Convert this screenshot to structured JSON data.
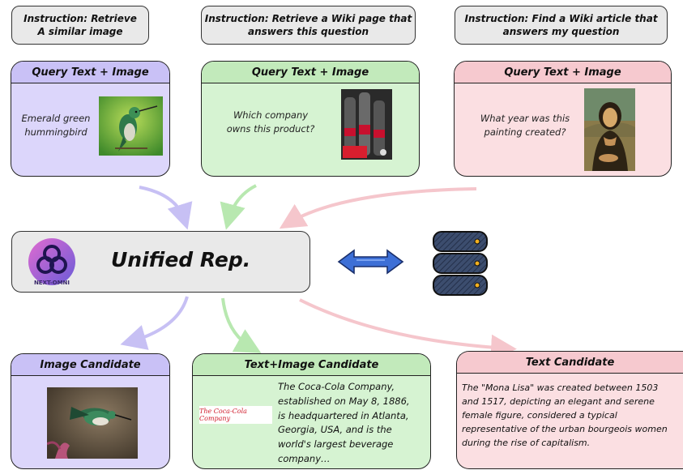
{
  "instructions": [
    {
      "line1": "Instruction: Retrieve",
      "line2": "A similar image"
    },
    {
      "line1": "Instruction: Retrieve  a Wiki page that",
      "line2": "answers this question"
    },
    {
      "line1": "Instruction: Find a Wiki article that",
      "line2": "answers my question"
    }
  ],
  "queries": [
    {
      "header": "Query Text + Image",
      "text_line1": "Emerald green",
      "text_line2": "hummingbird"
    },
    {
      "header": "Query Text + Image",
      "text_line1": "Which company",
      "text_line2": "owns this product?"
    },
    {
      "header": "Query Text + Image",
      "text_line1": "What year was  this",
      "text_line2": "painting created?"
    }
  ],
  "unified": {
    "title": "Unified Rep.",
    "logo_text": "NEXT-OMNI"
  },
  "candidates": {
    "image": {
      "header": "Image Candidate"
    },
    "text_image": {
      "header": "Text+Image Candidate",
      "logo_text": "The Coca-Cola Company",
      "lines": [
        "The  Coca-Cola  Company,",
        "established on May 8, 1886,",
        "is headquartered in Atlanta,",
        "Georgia,  USA,  and  is  the",
        "world's   largest   beverage",
        "company…"
      ]
    },
    "text": {
      "header": "Text Candidate",
      "lines": [
        "The \"Mona Lisa\" was created between 1503",
        "and 1517, depicting an elegant and serene",
        "female    figure,    considered    a    typical",
        "representative of the urban bourgeois women",
        "during the rise of capitalism."
      ]
    }
  },
  "colors": {
    "purple": "#dcd6fb",
    "green": "#d6f3d2",
    "pink": "#fbdfe2",
    "arrow_blue": "#3d6fd6",
    "database": "#2f3e5a"
  }
}
